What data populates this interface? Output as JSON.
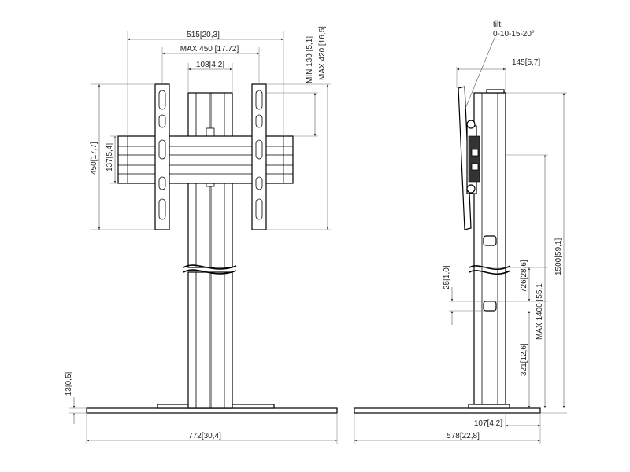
{
  "front_view": {
    "dim_width_top": "515",
    "dim_width_top_in": "20,3",
    "dim_max450": "MAX 450",
    "dim_max450_in": "17.72",
    "dim_108": "108",
    "dim_108_in": "4,2",
    "dim_min130": "MIN 130",
    "dim_min130_in": "5,1",
    "dim_max420": "MAX 420",
    "dim_max420_in": "16,5",
    "dim_450": "450",
    "dim_450_in": "17,7",
    "dim_137": "137",
    "dim_137_in": "5,4",
    "dim_13": "13",
    "dim_13_in": "0,5",
    "dim_772": "772",
    "dim_772_in": "30,4"
  },
  "side_view": {
    "tilt_label": "tilt:",
    "tilt_values": "0-10-15-20°",
    "dim_145": "145",
    "dim_145_in": "5,7",
    "dim_1500": "1500",
    "dim_1500_in": "59,1",
    "dim_max1400": "MAX 1400",
    "dim_max1400_in": "55,1",
    "dim_726": "726",
    "dim_726_in": "28,6",
    "dim_25": "25",
    "dim_25_in": "1,0",
    "dim_321": "321",
    "dim_321_in": "12,6",
    "dim_107": "107",
    "dim_107_in": "4,2",
    "dim_578": "578",
    "dim_578_in": "22,8"
  }
}
